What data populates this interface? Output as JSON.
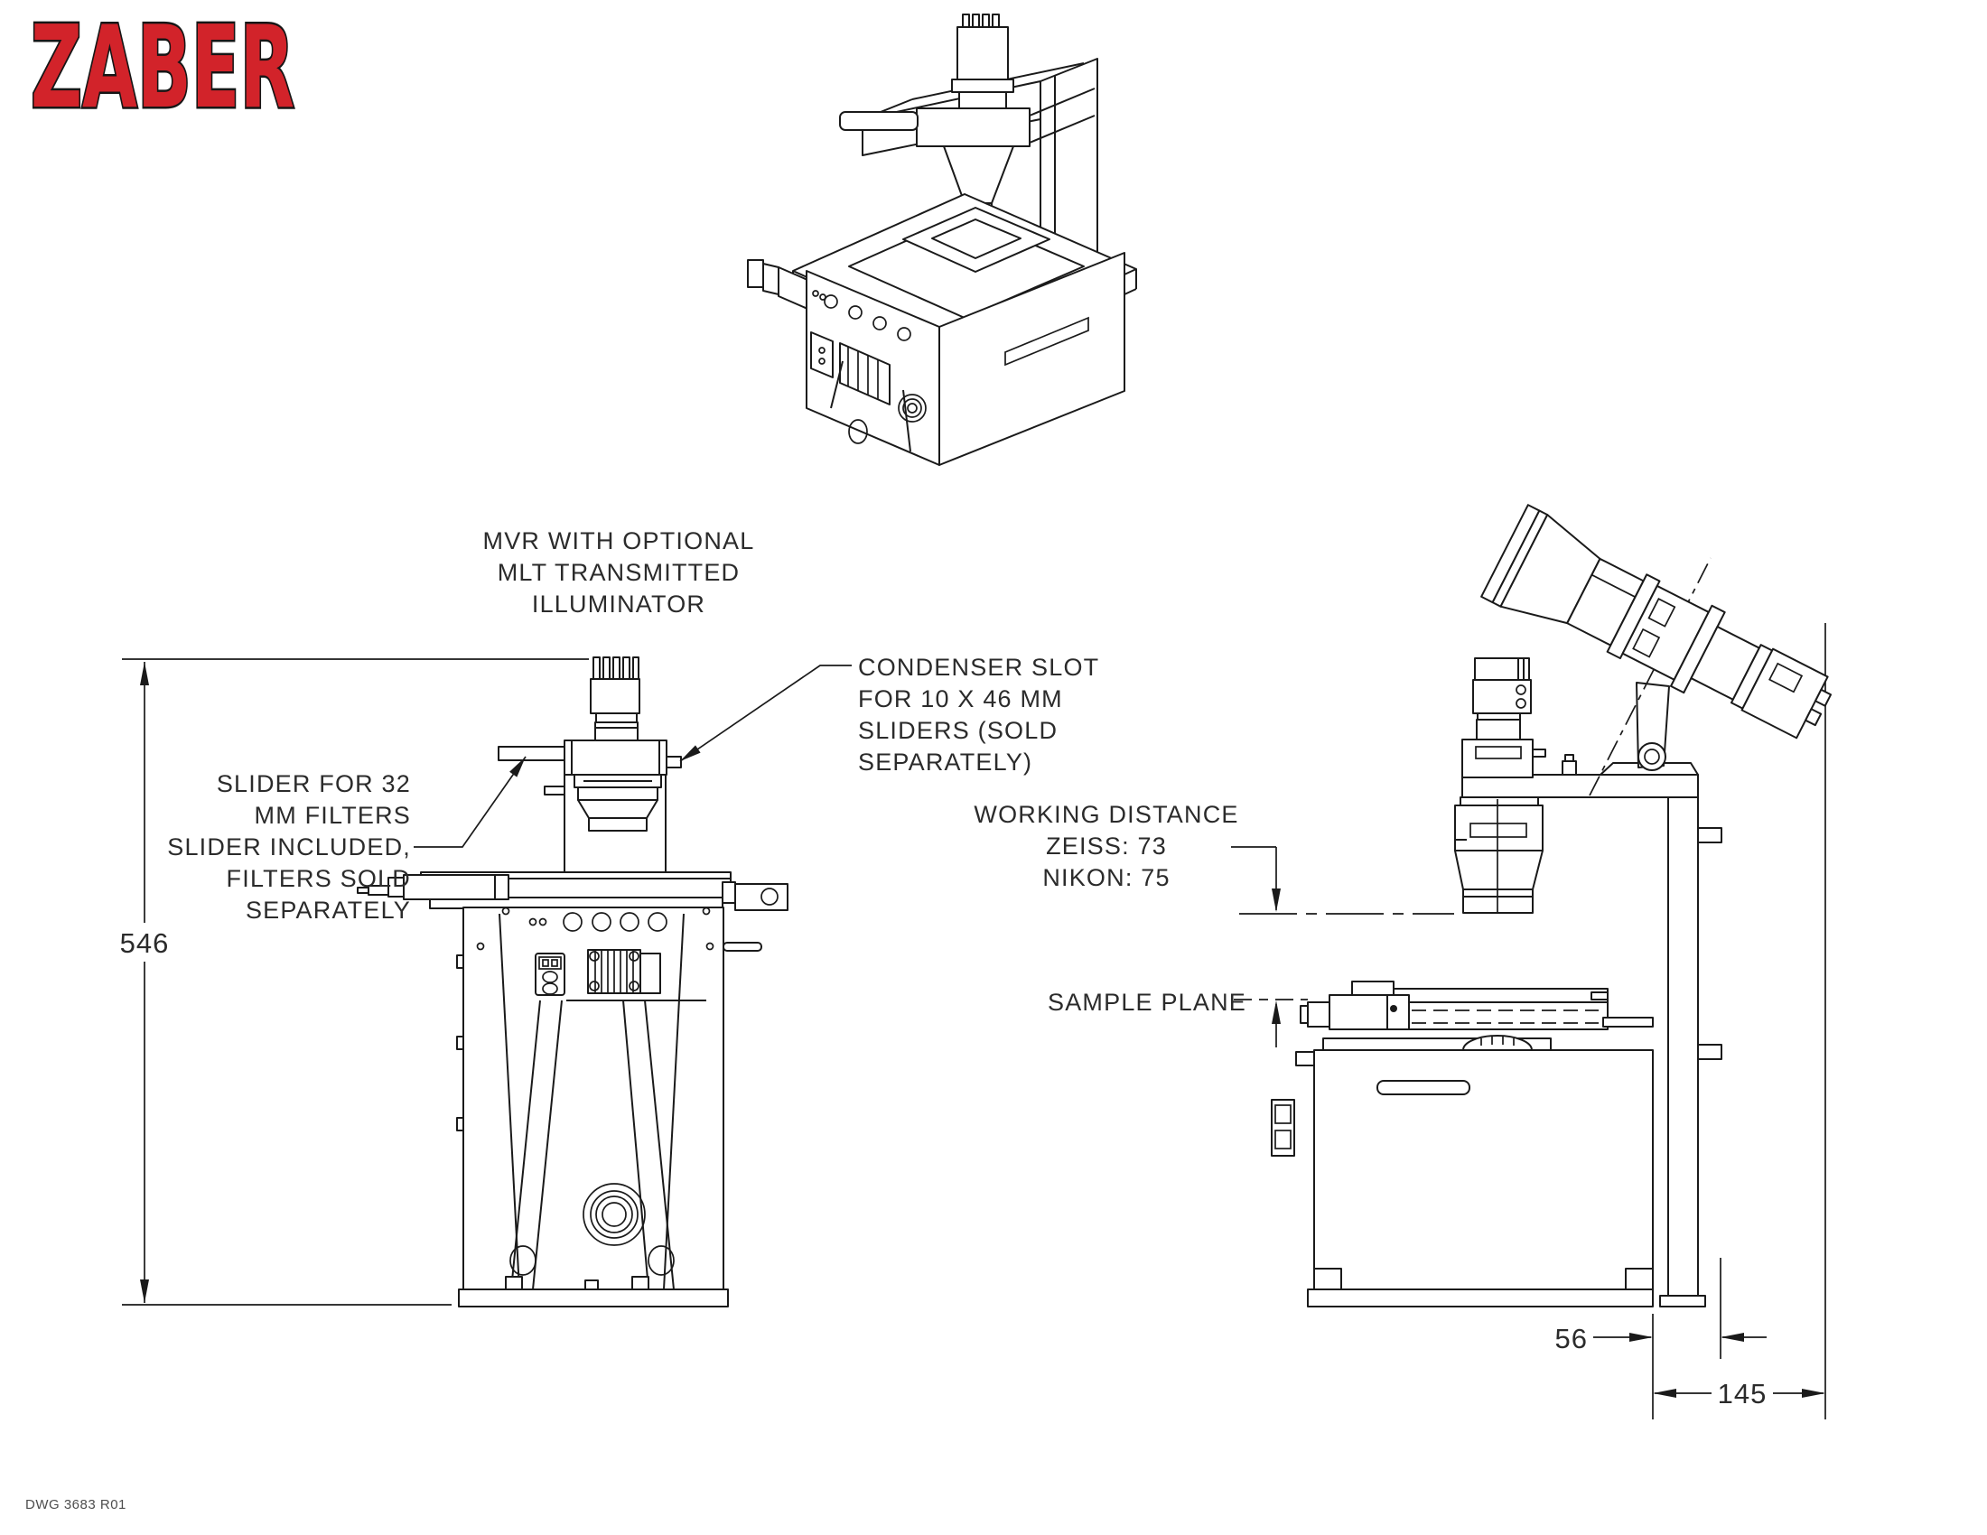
{
  "logo": {
    "text": "ZABER",
    "fill": "#d2232a",
    "outline": "#161616"
  },
  "title_block": {
    "drawing_number": "DWG 3683 R01"
  },
  "annotations": {
    "iso_caption": {
      "line1": "MVR WITH OPTIONAL",
      "line2": "MLT TRANSMITTED",
      "line3": "ILLUMINATOR"
    },
    "condenser_note": {
      "line1": "CONDENSER SLOT",
      "line2": "FOR 10 X 46 MM",
      "line3": "SLIDERS (SOLD",
      "line4": "SEPARATELY)"
    },
    "slider_note": {
      "line1": "SLIDER FOR 32",
      "line2": "MM FILTERS",
      "line3": "SLIDER INCLUDED,",
      "line4": "FILTERS SOLD",
      "line5": "SEPARATELY"
    },
    "working_distance_note": {
      "line1": "WORKING DISTANCE",
      "line2": "ZEISS: 73",
      "line3": "NIKON: 75"
    },
    "sample_plane_label": "SAMPLE PLANE"
  },
  "dimensions": {
    "overall_height_mm": "546",
    "base_to_tab_offset_mm": "56",
    "base_to_camera_offset_mm": "145",
    "working_distance_zeiss_mm": "73",
    "working_distance_nikon_mm": "75"
  }
}
